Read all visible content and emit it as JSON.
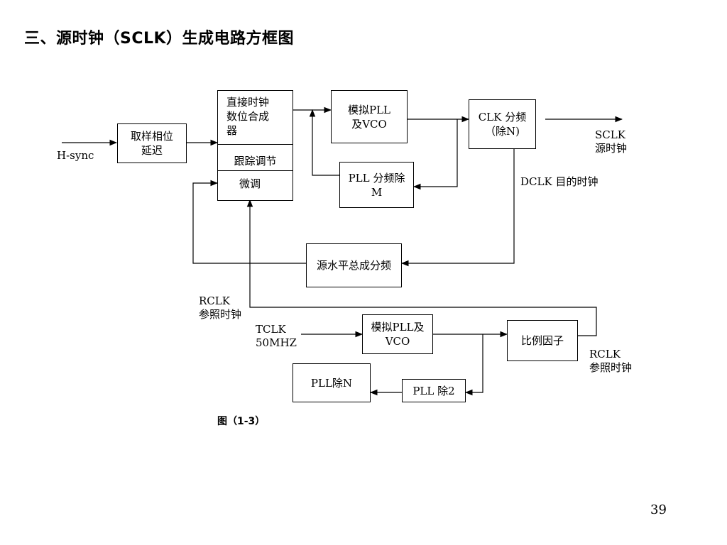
{
  "title": "三、源时钟（SCLK）生成电路方框图",
  "blocks": {
    "sample_delay": "取样相位\n延迟",
    "dds_top": "直接时钟\n数位合成\n器",
    "dds_track": "跟踪调节",
    "dds_fine": "微调",
    "pll_vco_top": "模拟PLL\n及VCO",
    "clk_div": "CLK 分频\n（除N)",
    "pll_div_m": "PLL 分频除\nM",
    "source_div": "源水平总成分频",
    "pll_vco_bottom": "模拟PLL及\nVCO",
    "ratio": "比例因子",
    "pll_div_n": "PLL除N",
    "pll_div2": "PLL 除2"
  },
  "labels": {
    "hsync": "H-sync",
    "sclk": "SCLK\n源时钟",
    "dclk": "DCLK  目的时钟",
    "rclk_left": "RCLK\n参照时钟",
    "tclk": "TCLK\n50MHZ",
    "rclk_right": "RCLK\n参照时钟"
  },
  "caption": "图（1-3）",
  "page_number": "39"
}
